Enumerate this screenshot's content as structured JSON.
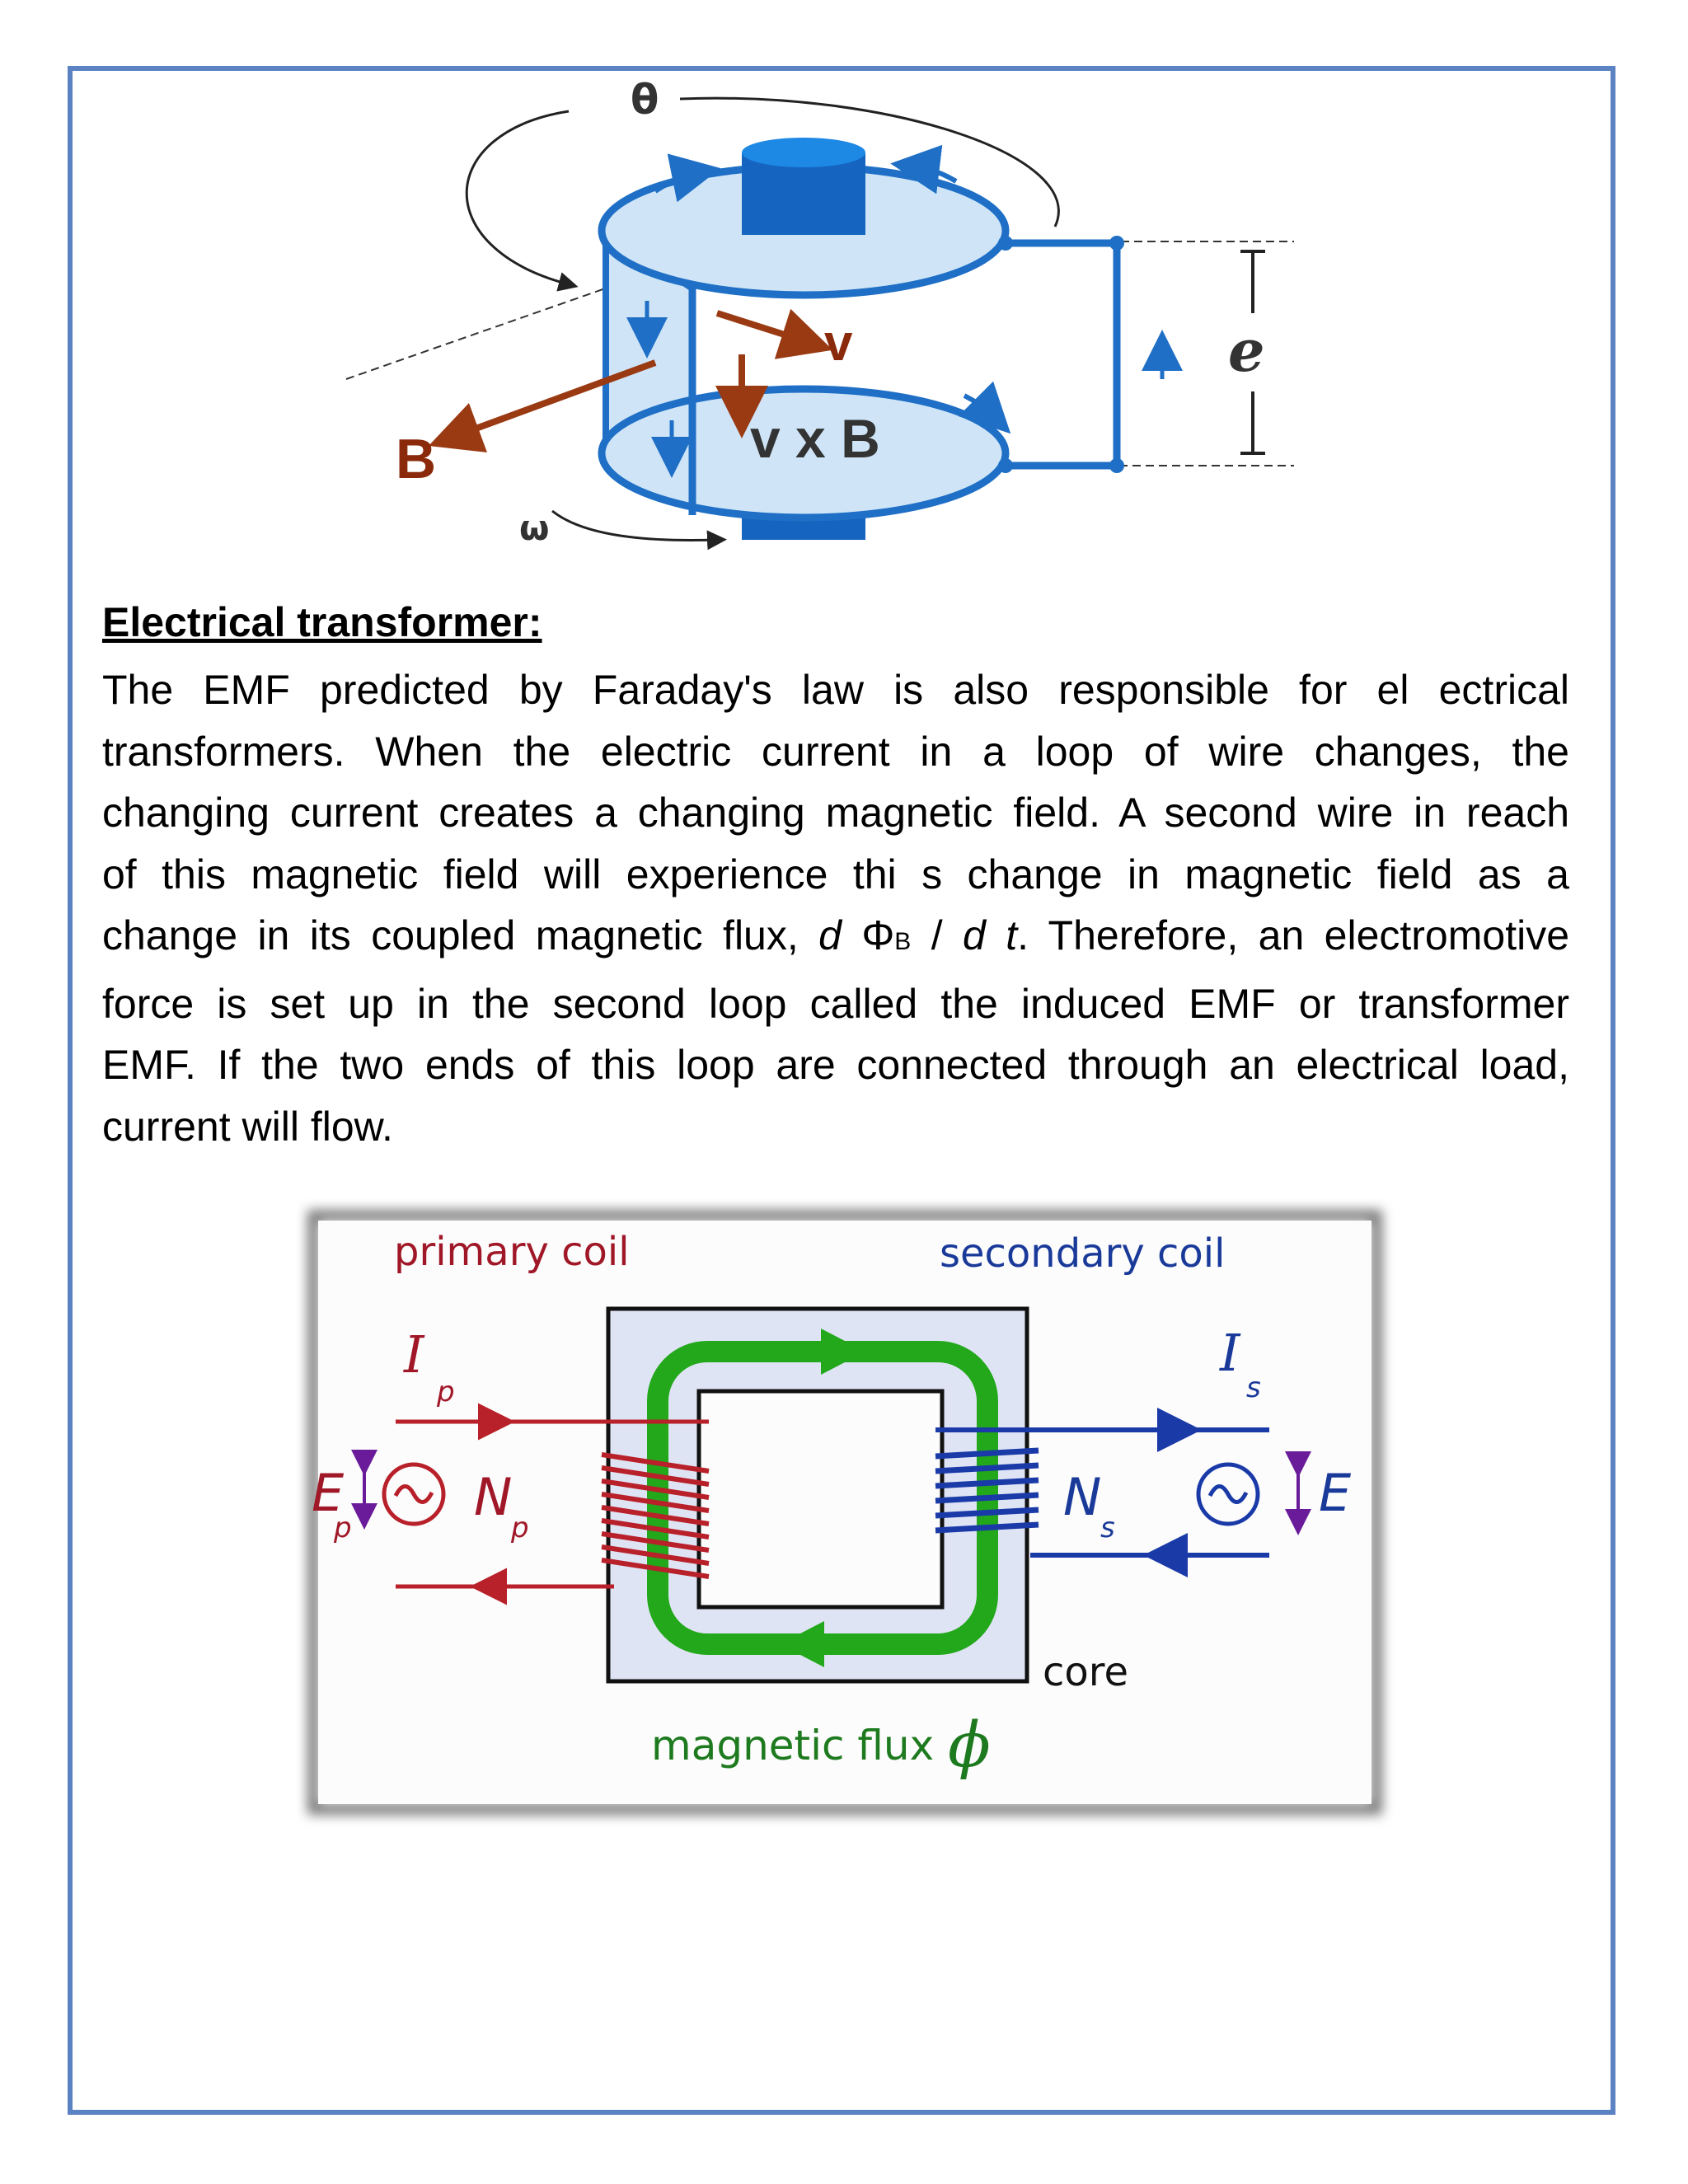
{
  "figure_top": {
    "labels": {
      "theta": "θ",
      "v": "v",
      "vxb": "v x B",
      "b": "B",
      "omega": "ω",
      "emf": "e"
    }
  },
  "section": {
    "heading": "Electrical transformer:",
    "lines": [
      "The EMF predicted by Faraday's law is also responsible for el ectrical",
      "transformers. When the electric current in a loop of wire changes, the",
      "changing  current creates a changing magnetic field. A second wire in reach",
      "of this magnetic  field will experience thi s change in magnetic field as a",
      "force is set up in the second  loop called the induced EMF or transformer",
      "EMF. If the two ends of this loop are  connected through an electrical load,",
      "current will flow."
    ],
    "line5": {
      "before": "change in its coupled  magnetic flux, ",
      "d1": "d",
      "phi": " Φ",
      "sub": "B",
      "slash": " / ",
      "d2": "d t",
      "after": ". Therefore, an electromotive"
    }
  },
  "figure_bottom": {
    "labels": {
      "primary_coil": "primary coil",
      "secondary_coil": "secondary coil",
      "ip": "I",
      "ip_sub": "p",
      "is": "I",
      "is_sub": "s",
      "np": "N",
      "np_sub": "p",
      "ns": "N",
      "ns_sub": "s",
      "ep": "E",
      "ep_sub": "p",
      "es": "E",
      "core": "core",
      "flux": "magnetic flux",
      "flux_symbol": "ϕ"
    }
  }
}
